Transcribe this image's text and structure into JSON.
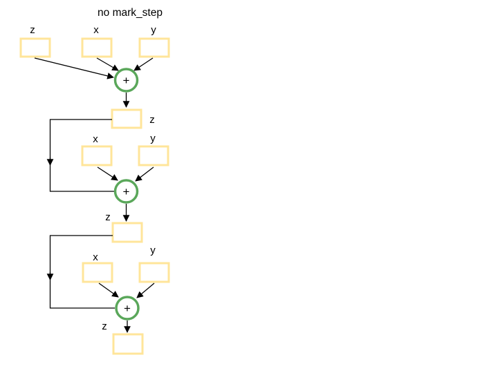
{
  "title": "no mark_step",
  "colors": {
    "box_border": "#ffe59a",
    "op_circle_border": "#5aa75a",
    "connector": "#000000",
    "background": "#ffffff"
  },
  "flow": {
    "steps": [
      {
        "inputs": [
          "z",
          "x",
          "y"
        ],
        "op": "+",
        "output": "z"
      },
      {
        "inputs": [
          "x",
          "y"
        ],
        "op": "+",
        "output": "z"
      },
      {
        "inputs": [
          "x",
          "y"
        ],
        "op": "+",
        "output": "z"
      }
    ]
  }
}
